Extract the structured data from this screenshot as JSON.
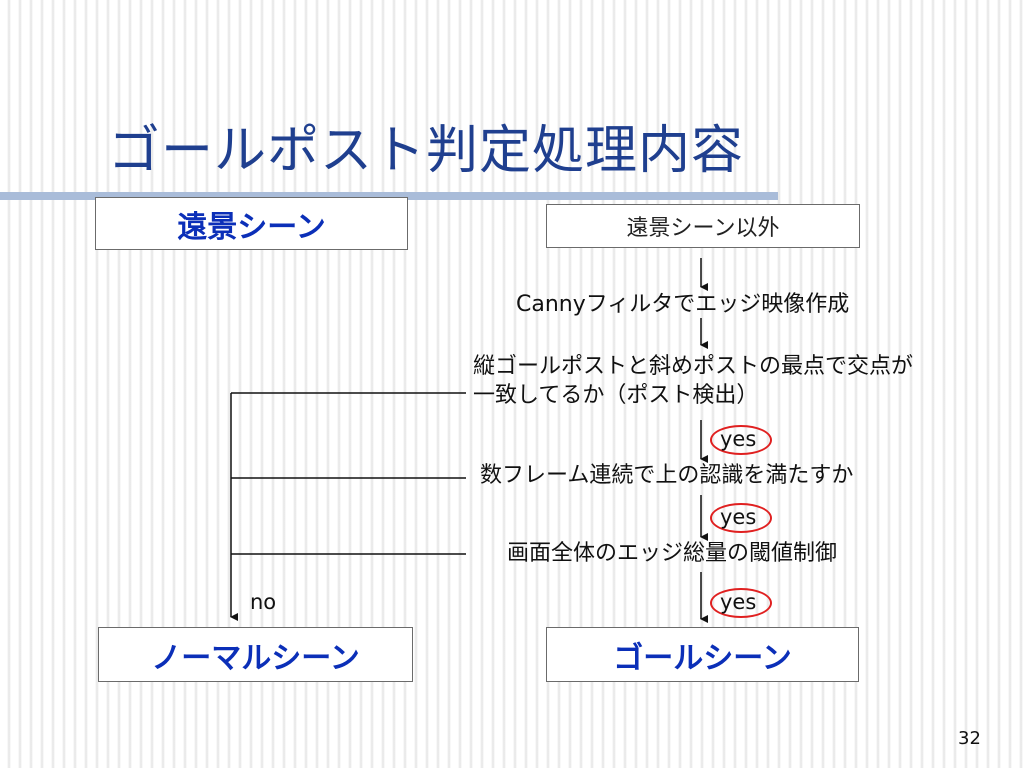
{
  "slide": {
    "title": "ゴールポスト判定処理内容",
    "page_number": "32"
  },
  "diagram": {
    "far_scene": "遠景シーン",
    "other_than_far_scene": "遠景シーン以外",
    "step_canny": "Cannyフィルタでエッジ映像作成",
    "step_post_line1": "縦ゴールポストと斜めポストの最点で交点が",
    "step_post_line2": "一致してるか（ポスト検出）",
    "step_consecutive": "数フレーム連続で上の認識を満たすか",
    "step_threshold": "画面全体のエッジ総量の閾値制御",
    "yes1": "yes",
    "yes2": "yes",
    "yes3": "yes",
    "no_label": "no",
    "normal_scene": "ノーマルシーン",
    "goal_scene": "ゴールシーン"
  },
  "colors": {
    "title": "#1f3f8f",
    "box_text": "#0b2fb8",
    "yes_circle": "#e02020",
    "underline": "#a9bcd9"
  }
}
